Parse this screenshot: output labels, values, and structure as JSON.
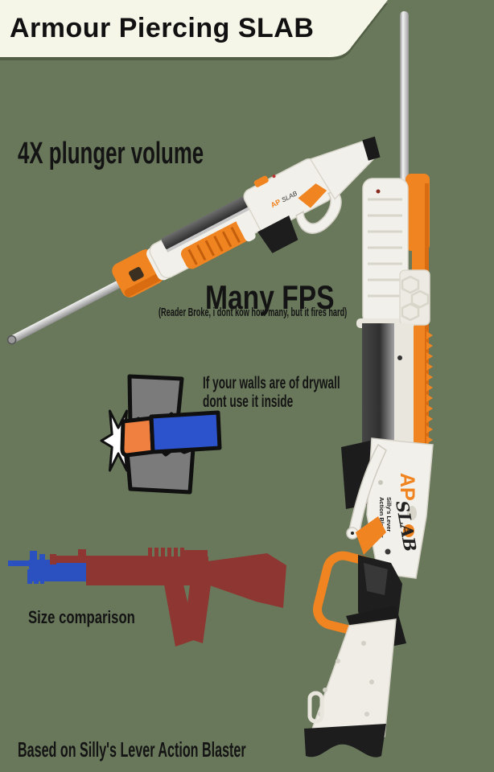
{
  "title": "Armour Piercing SLAB",
  "annotations": {
    "plunger_volume": "4X plunger volume",
    "fps_heading": "Many FPS",
    "fps_note": "(Reader Broke, i dont kow how many, but it fires hard)",
    "drywall_warning_line1": "If your walls are of drywall",
    "drywall_warning_line2": "dont use it inside",
    "size_comparison_label": "Size comparison",
    "footer_credit": "Based on Silly's Lever Action Blaster"
  },
  "blaster_branding": {
    "ap": "AP",
    "slab": "SLAB",
    "sub_line1": "Silly's Lever",
    "sub_line2": "Action Blaster"
  },
  "colors": {
    "background": "#69785b",
    "banner": "#f5f5e8",
    "text": "#141414",
    "orange": "#f08420",
    "orange_dark": "#d96c10",
    "white_plastic": "#f2f0ea",
    "black_plastic": "#1d1d1d",
    "silver": "#c9c9c9",
    "dart_blue": "#2c52cc",
    "silhouette_blue": "#2b50c0",
    "silhouette_red": "#8e3631",
    "wall_gray": "#7b7b7b"
  }
}
